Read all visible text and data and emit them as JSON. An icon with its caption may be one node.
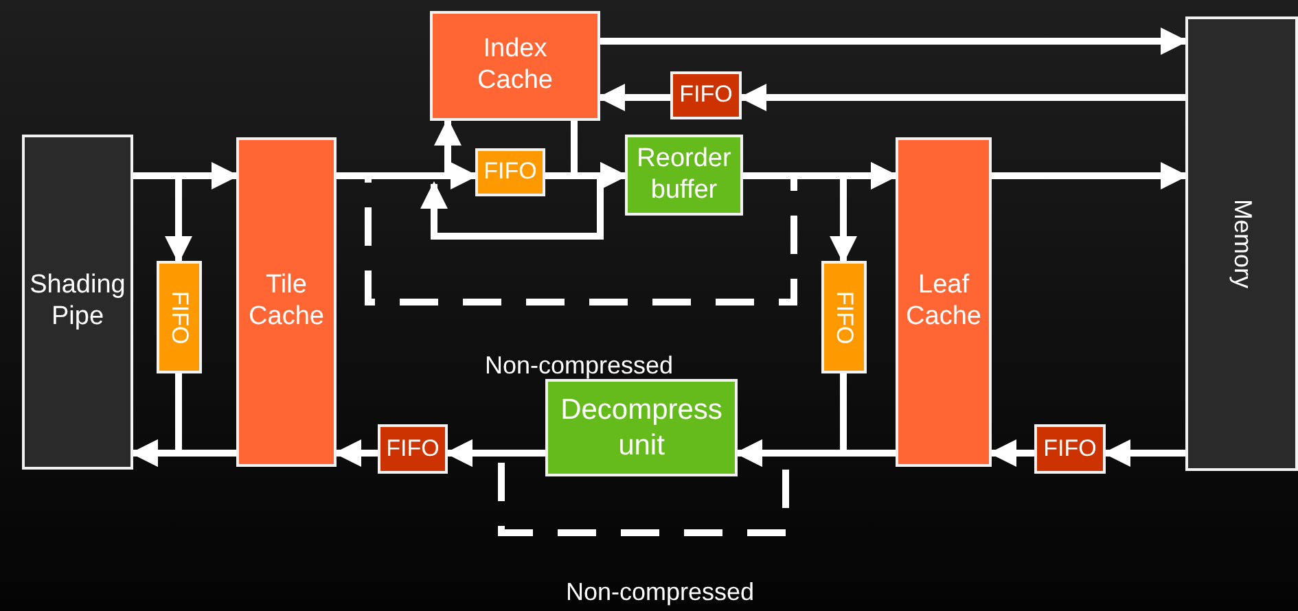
{
  "diagram": {
    "nodes": [
      {
        "text": [
          "Shading Pipe"
        ]
      },
      {
        "text": [
          "FIFO"
        ]
      },
      {
        "text": [
          "Tile Cache"
        ]
      },
      {
        "text": [
          "Index Cache"
        ]
      },
      {
        "text": [
          "FIFO"
        ]
      },
      {
        "text": [
          "FIFO"
        ]
      },
      {
        "text": [
          "Reorder buffer"
        ]
      },
      {
        "text": [
          "FIFO"
        ]
      },
      {
        "text": [
          "Leaf Cache"
        ]
      },
      {
        "text": [
          "Memory"
        ]
      },
      {
        "text": [
          "FIFO"
        ]
      },
      {
        "text": [
          "Decompress unit"
        ]
      },
      {
        "text": [
          "FIFO"
        ]
      }
    ],
    "edges": [
      {
        "from": 0,
        "to": 2,
        "arrow": "to"
      },
      {
        "from": 0,
        "to": 1,
        "arrow": "to"
      },
      {
        "from": 1,
        "to": 0,
        "arrow": "to"
      },
      {
        "from": 2,
        "to": 0,
        "arrow": "to"
      },
      {
        "from": 2,
        "to": 4,
        "arrow": "to"
      },
      {
        "from": 2,
        "to": 3,
        "arrow": "to"
      },
      {
        "from": 3,
        "to": 6,
        "arrow": "to"
      },
      {
        "from": 4,
        "to": 6,
        "arrow": "to"
      },
      {
        "from": 3,
        "to": 9,
        "arrow": "to"
      },
      {
        "from": 9,
        "to": 5,
        "arrow": "to"
      },
      {
        "from": 5,
        "to": 3,
        "arrow": "to"
      },
      {
        "from": 6,
        "to": 8,
        "arrow": "to"
      },
      {
        "from": 6,
        "to": 7,
        "arrow": "to"
      },
      {
        "from": 7,
        "to": 11,
        "arrow": "to"
      },
      {
        "from": 8,
        "to": 11,
        "arrow": "to"
      },
      {
        "from": 8,
        "to": 9,
        "arrow": "to"
      },
      {
        "from": 9,
        "to": 12,
        "arrow": "to"
      },
      {
        "from": 12,
        "to": 8,
        "arrow": "to"
      },
      {
        "from": 11,
        "to": 10,
        "arrow": "to"
      },
      {
        "from": 10,
        "to": 2,
        "arrow": "to"
      },
      {
        "from": 2,
        "to": 8,
        "arrow": "to",
        "style": "dashed"
      },
      {
        "from": 8,
        "to": 10,
        "arrow": "to",
        "style": "dashed"
      }
    ],
    "labels": [
      "Non-compressed",
      "Non-compressed"
    ]
  }
}
